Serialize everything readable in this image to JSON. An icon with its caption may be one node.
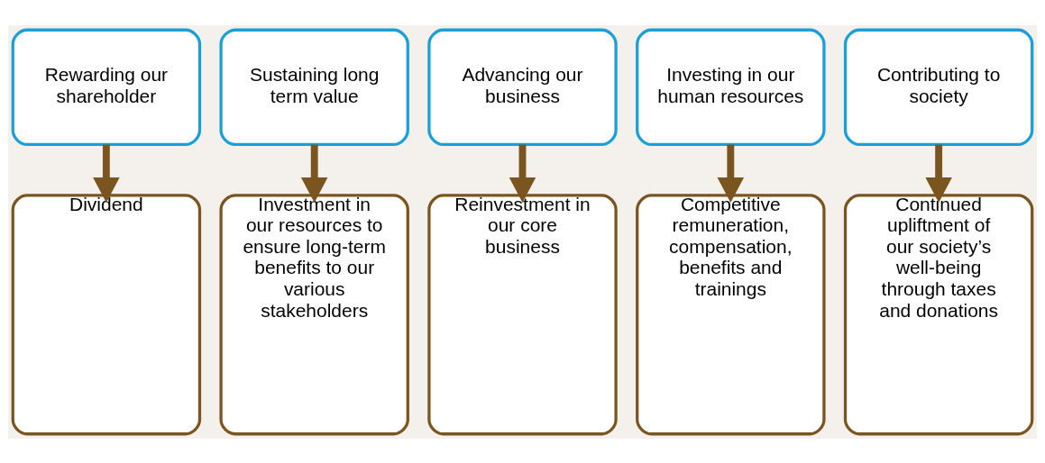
{
  "diagram": {
    "nodes": [
      {
        "text": [
          "Rewarding our shareholder"
        ]
      },
      {
        "text": [
          "Sustaining long term value"
        ]
      },
      {
        "text": [
          "Advancing our business"
        ]
      },
      {
        "text": [
          "Investing in our human resources"
        ]
      },
      {
        "text": [
          "Contributing to society"
        ]
      },
      {
        "text": [
          "Dividend"
        ]
      },
      {
        "text": [
          "Investment in our resources to ensure long-term benefits to our various stakeholders"
        ]
      },
      {
        "text": [
          "Reinvestment in our core business"
        ]
      },
      {
        "text": [
          "Competitive remuneration, compensation, benefits and trainings"
        ]
      },
      {
        "text": [
          "Continued upliftment of our society’s well-being through taxes and donations"
        ]
      }
    ],
    "edges": [
      {
        "from": 0,
        "to": 5,
        "arrow": "to"
      },
      {
        "from": 1,
        "to": 6,
        "arrow": "to"
      },
      {
        "from": 2,
        "to": 7,
        "arrow": "to"
      },
      {
        "from": 3,
        "to": 8,
        "arrow": "to"
      },
      {
        "from": 4,
        "to": 9,
        "arrow": "to"
      }
    ]
  }
}
